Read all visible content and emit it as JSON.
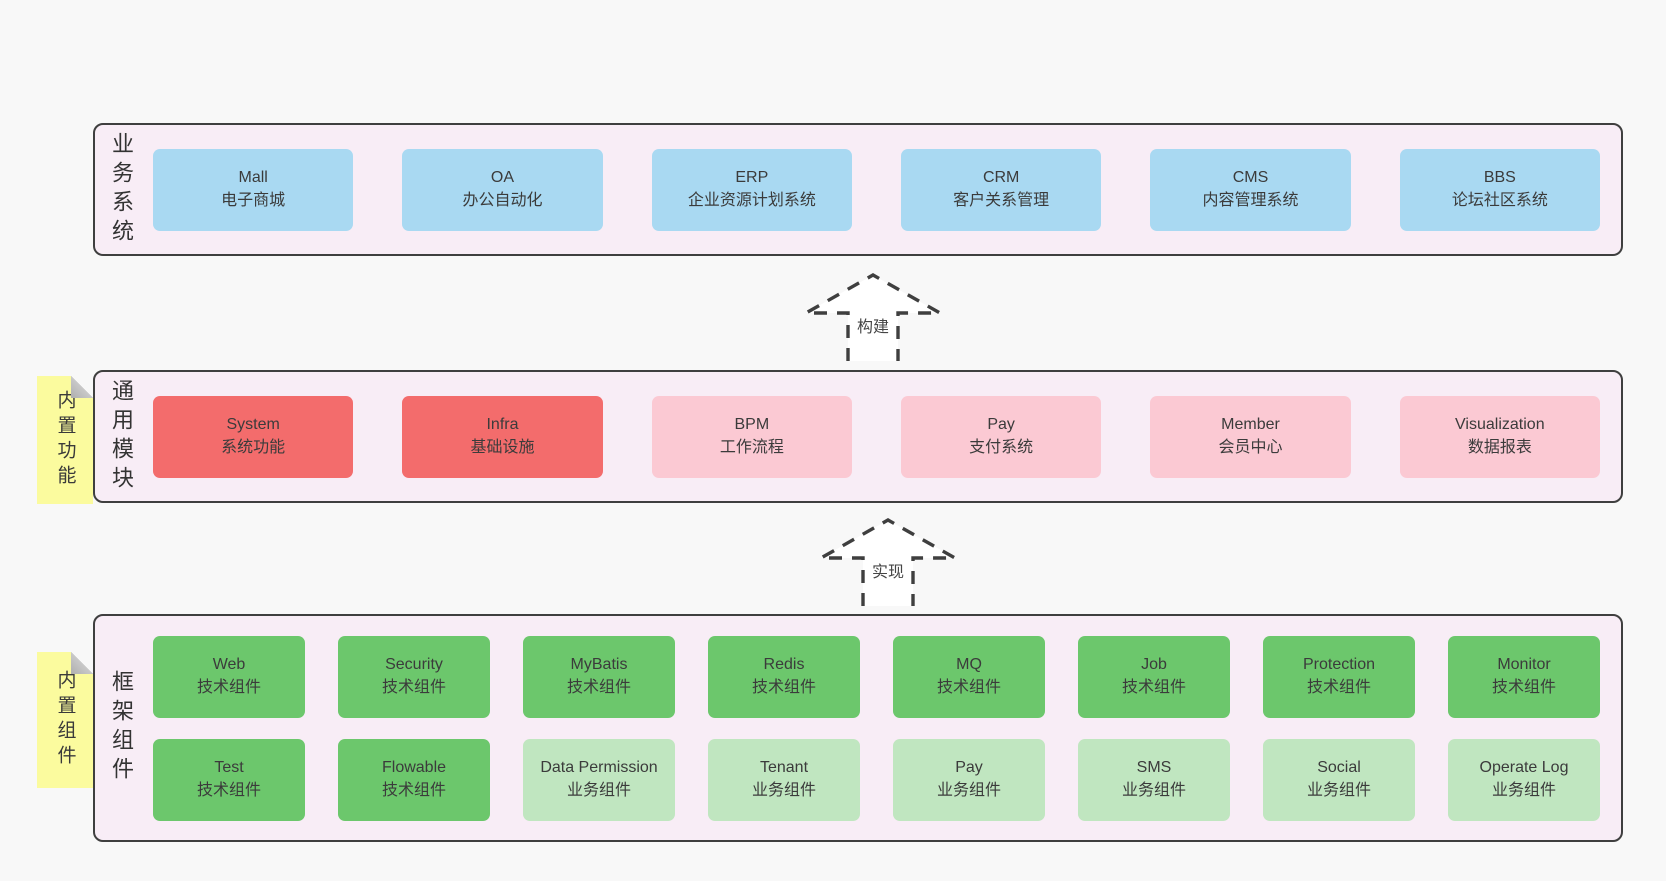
{
  "colors": {
    "page_background": "#f8f8f8",
    "panel_background": "#f8edf6",
    "panel_border": "#3f3f3f",
    "business_box": "#a9d9f2",
    "core_module_box": "#f36c6c",
    "optional_module_box": "#fbc9d3",
    "tech_component_box": "#6cc76c",
    "biz_component_box": "#c0e6c0",
    "sticky_note": "#fbfb9e"
  },
  "sections": [
    {
      "id": "business-systems",
      "label": "业务系统",
      "boxes": [
        {
          "title": "Mall",
          "subtitle": "电子商城",
          "color": "blue"
        },
        {
          "title": "OA",
          "subtitle": "办公自动化",
          "color": "blue"
        },
        {
          "title": "ERP",
          "subtitle": "企业资源计划系统",
          "color": "blue"
        },
        {
          "title": "CRM",
          "subtitle": "客户关系管理",
          "color": "blue"
        },
        {
          "title": "CMS",
          "subtitle": "内容管理系统",
          "color": "blue"
        },
        {
          "title": "BBS",
          "subtitle": "论坛社区系统",
          "color": "blue"
        }
      ]
    },
    {
      "id": "common-modules",
      "label": "通用模块",
      "boxes": [
        {
          "title": "System",
          "subtitle": "系统功能",
          "color": "red"
        },
        {
          "title": "Infra",
          "subtitle": "基础设施",
          "color": "red"
        },
        {
          "title": "BPM",
          "subtitle": "工作流程",
          "color": "pink"
        },
        {
          "title": "Pay",
          "subtitle": "支付系统",
          "color": "pink"
        },
        {
          "title": "Member",
          "subtitle": "会员中心",
          "color": "pink"
        },
        {
          "title": "Visualization",
          "subtitle": "数据报表",
          "color": "pink"
        }
      ]
    },
    {
      "id": "framework-components",
      "label": "框架组件",
      "rows": [
        [
          {
            "title": "Web",
            "subtitle": "技术组件",
            "color": "green"
          },
          {
            "title": "Security",
            "subtitle": "技术组件",
            "color": "green"
          },
          {
            "title": "MyBatis",
            "subtitle": "技术组件",
            "color": "green"
          },
          {
            "title": "Redis",
            "subtitle": "技术组件",
            "color": "green"
          },
          {
            "title": "MQ",
            "subtitle": "技术组件",
            "color": "green"
          },
          {
            "title": "Job",
            "subtitle": "技术组件",
            "color": "green"
          },
          {
            "title": "Protection",
            "subtitle": "技术组件",
            "color": "green"
          },
          {
            "title": "Monitor",
            "subtitle": "技术组件",
            "color": "green"
          }
        ],
        [
          {
            "title": "Test",
            "subtitle": "技术组件",
            "color": "green"
          },
          {
            "title": "Flowable",
            "subtitle": "技术组件",
            "color": "green"
          },
          {
            "title": "Data Permission",
            "subtitle": "业务组件",
            "color": "lightgreen"
          },
          {
            "title": "Tenant",
            "subtitle": "业务组件",
            "color": "lightgreen"
          },
          {
            "title": "Pay",
            "subtitle": "业务组件",
            "color": "lightgreen"
          },
          {
            "title": "SMS",
            "subtitle": "业务组件",
            "color": "lightgreen"
          },
          {
            "title": "Social",
            "subtitle": "业务组件",
            "color": "lightgreen"
          },
          {
            "title": "Operate Log",
            "subtitle": "业务组件",
            "color": "lightgreen"
          }
        ]
      ]
    }
  ],
  "notes": [
    {
      "label": "内置功能"
    },
    {
      "label": "内置组件"
    }
  ],
  "arrows": [
    {
      "label": "构建"
    },
    {
      "label": "实现"
    }
  ]
}
